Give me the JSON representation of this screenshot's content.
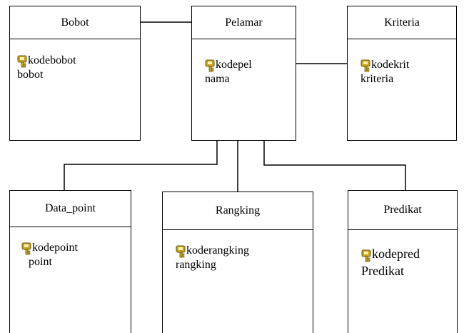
{
  "entities": {
    "bobot": {
      "title": "Bobot",
      "key_attr": "kodebobot",
      "attr": "bobot"
    },
    "pelamar": {
      "title": "Pelamar",
      "key_attr": "kodepel",
      "attr": "nama"
    },
    "kriteria": {
      "title": "Kriteria",
      "key_attr": "kodekrit",
      "attr": "kriteria"
    },
    "data_point": {
      "title": "Data_point",
      "key_attr": "kodepoint",
      "attr": "point"
    },
    "rangking": {
      "title": "Rangking",
      "key_attr": "koderangking",
      "attr": "rangking"
    },
    "predikat": {
      "title": "Predikat",
      "key_attr": "kodepred",
      "attr": "Predikat"
    }
  },
  "colors": {
    "line": "#000000",
    "key_gold": "#c9a227",
    "key_dark": "#6b5a10"
  },
  "icons": {
    "primary_key": "key-icon"
  }
}
